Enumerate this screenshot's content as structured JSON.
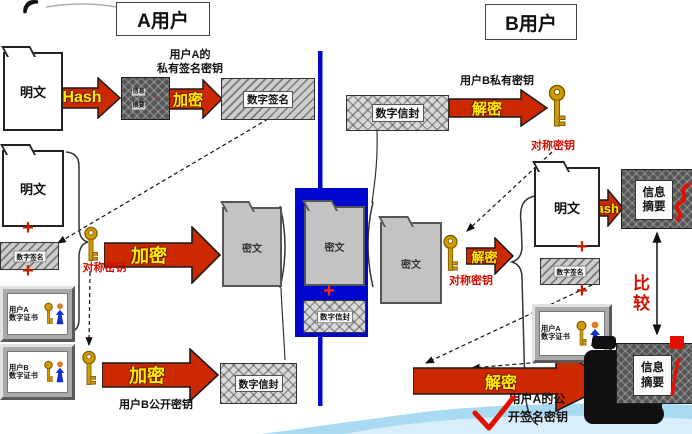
{
  "titles": {
    "user_a": "A用户",
    "user_b": "B用户"
  },
  "arrows": {
    "hash": "Hash",
    "encrypt": "加密",
    "decrypt": "解密"
  },
  "labels": {
    "user_a_private_signing_key_l1": "用户A的",
    "user_a_private_signing_key_l2": "私有签名密钥",
    "user_b_private_key": "用户B私有密钥",
    "symmetric_key": "对称密钥",
    "user_b_public_key": "用户B公开密钥",
    "user_a_public_signing_key_l1": "用户A的公",
    "user_a_public_signing_key_l2": "开签名密钥",
    "compare": "比较",
    "plus": "+"
  },
  "nodes": {
    "plaintext": "明文",
    "ciphertext": "密文",
    "digital_signature": "数字签名",
    "digital_envelope": "数字信封",
    "digest_l1": "信息",
    "digest_l2": "摘要",
    "cert_a_l1": "用户A",
    "cert_a_l2": "数字证书",
    "cert_b_l1": "用户B",
    "cert_b_l2": "数字证书"
  },
  "colors": {
    "arrow_red": "#cc2900",
    "label_yellow": "#ffec00",
    "divider_blue": "#0008d0",
    "key_gold": "#d09a00",
    "accent_red": "#dd1100",
    "wave_blue": "#a9daf2"
  }
}
